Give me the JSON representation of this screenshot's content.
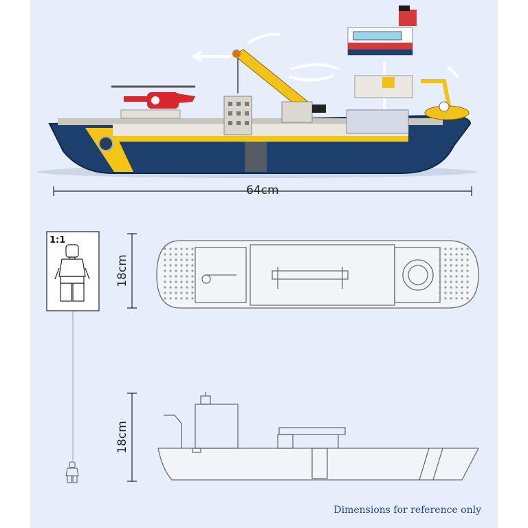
{
  "dimensions": {
    "length": "64cm",
    "width_top": "18cm",
    "height_side": "18cm"
  },
  "scale": "1:1",
  "note": "Dimensions for reference only",
  "colors": {
    "hull": "#1d3f6e",
    "accent": "#f4c514",
    "deck": "#e9e7de",
    "crane": "#f2c21a",
    "heli": "#d9262f",
    "line": "#222222",
    "drawing": "#6c6c6c"
  }
}
